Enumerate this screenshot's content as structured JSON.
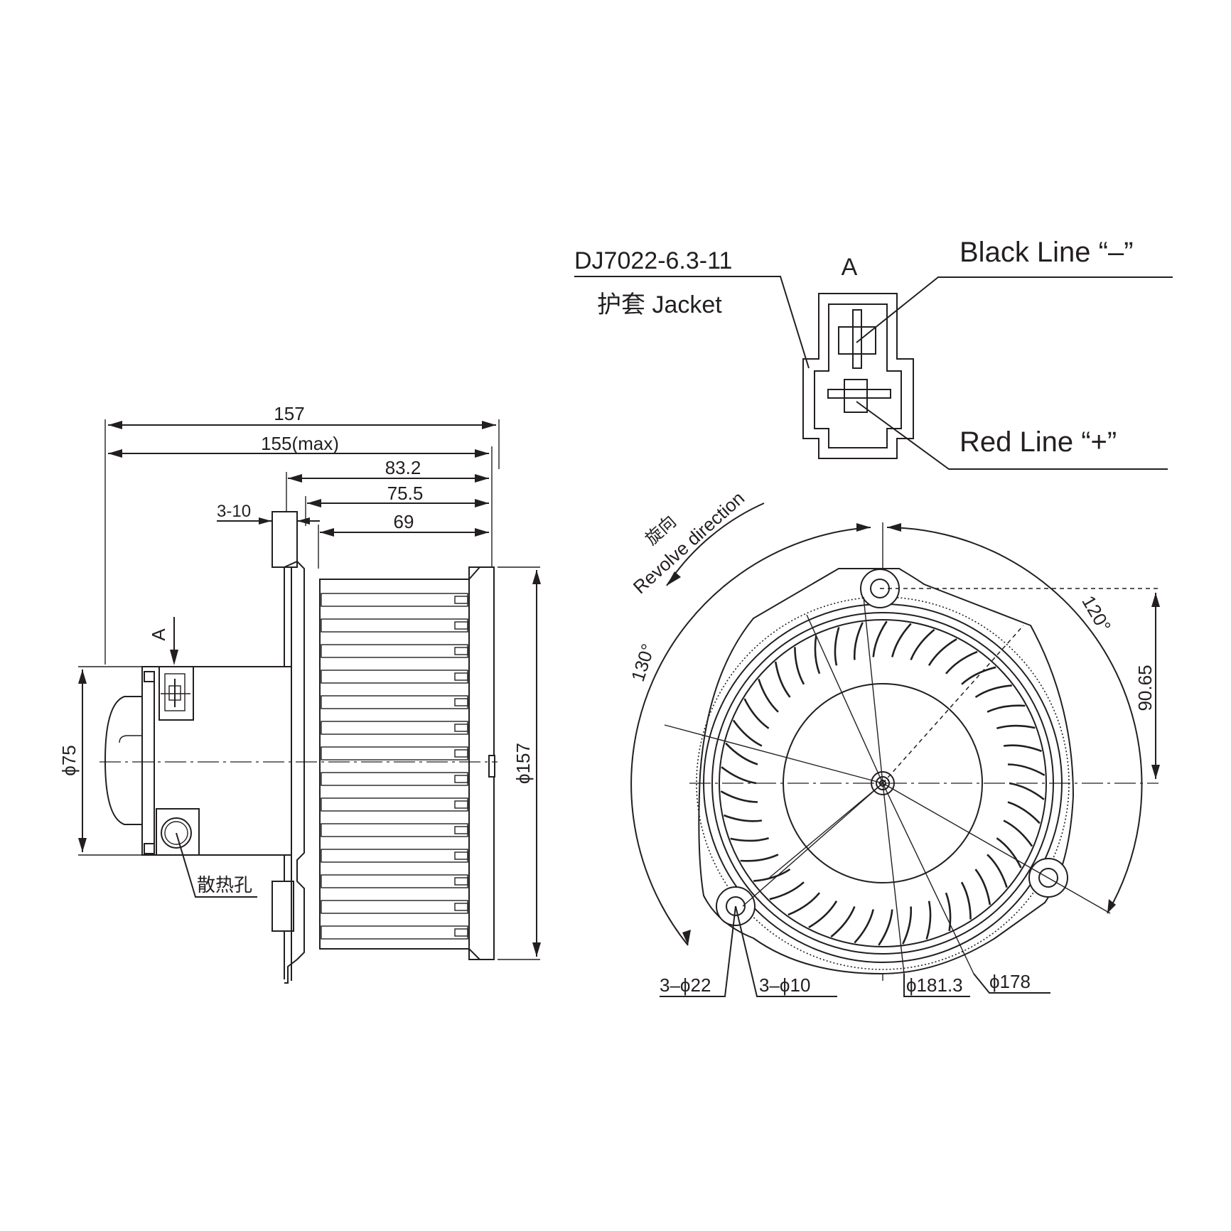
{
  "side_view": {
    "dim_total_length": "157",
    "dim_max_length": "155(max)",
    "dim_83": "83.2",
    "dim_75": "75.5",
    "dim_69": "69",
    "dim_flange": "3-10",
    "dim_motor_diameter": "ϕ75",
    "dim_wheel_diameter": "ϕ157",
    "view_marker": "A",
    "vent_hole_label": "散热孔"
  },
  "connector_view": {
    "view_label": "A",
    "part_number": "DJ7022-6.3-11",
    "jacket_label": "护套 Jacket",
    "black_line_label": "Black Line “–”",
    "red_line_label": "Red Line “+”"
  },
  "front_view": {
    "rotation_label_cn": "旋向",
    "rotation_label_en": "Revolve direction",
    "angle_130": "130°",
    "angle_120": "120°",
    "dim_offset": "90.65",
    "hole_boss": "3–ϕ22",
    "hole_bolt": "3–ϕ10",
    "dim_181": "ϕ181.3",
    "dim_178": "ϕ178"
  }
}
